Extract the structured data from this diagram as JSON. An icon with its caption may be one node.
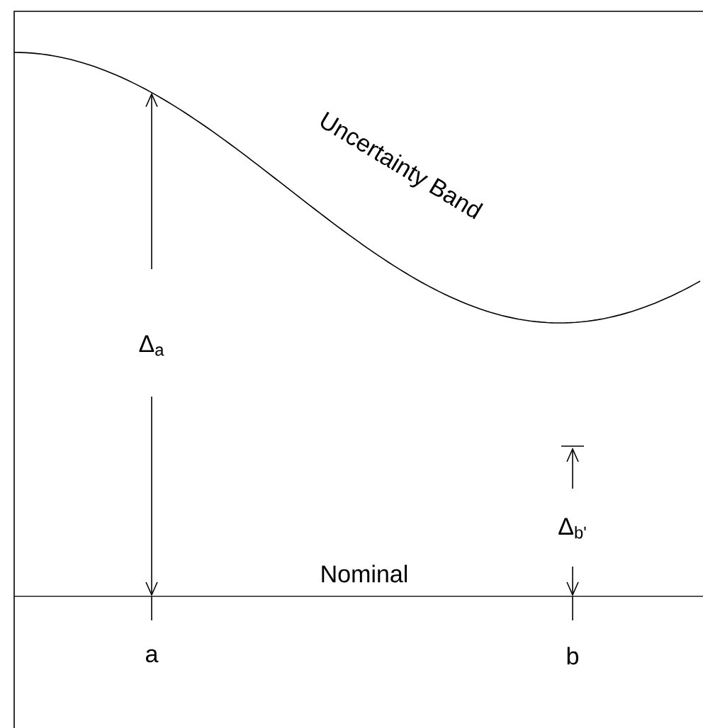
{
  "diagram": {
    "labels": [
      "Uncertainty Band",
      "Nominal",
      "Δ$_{a}$",
      "Δ$_{b'}$",
      "a",
      "b"
    ]
  }
}
